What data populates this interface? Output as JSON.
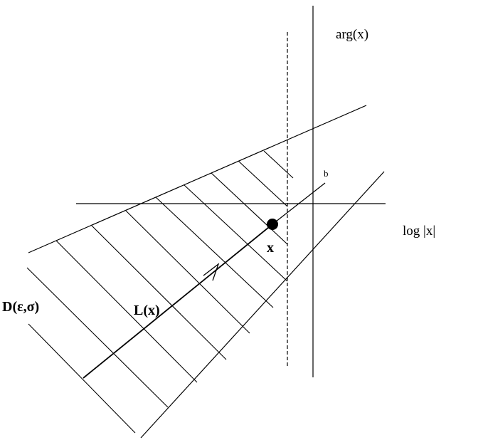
{
  "diagram": {
    "labels": {
      "arg_axis": "arg(x)",
      "log_axis": "log |x|",
      "point_b": "b",
      "point_x": "x",
      "line_L": "L(x)",
      "region_D": "D(ε,σ)"
    }
  }
}
